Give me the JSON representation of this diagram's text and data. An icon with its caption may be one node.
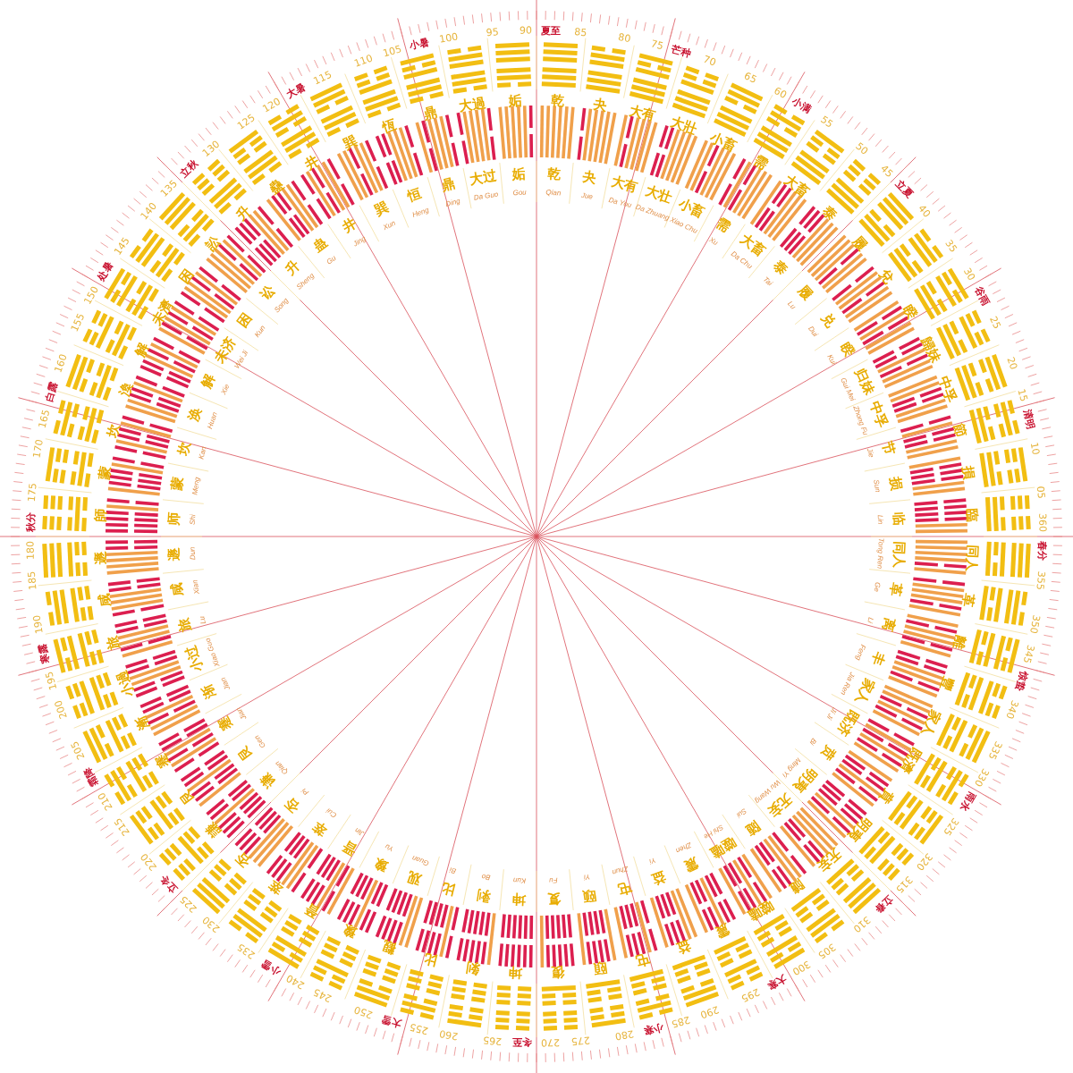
{
  "diagram": {
    "labels": [
      "05",
      "10",
      "15",
      "20",
      "25",
      "30",
      "35",
      "40",
      "45",
      "50",
      "55",
      "60",
      "65",
      "70",
      "75",
      "80",
      "85",
      "90",
      "95",
      "100",
      "105",
      "110",
      "115",
      "120",
      "125",
      "130",
      "135",
      "140",
      "145",
      "150",
      "155",
      "160",
      "165",
      "170",
      "175",
      "180",
      "185",
      "190",
      "195",
      "200",
      "205",
      "210",
      "215",
      "220",
      "225",
      "230",
      "235",
      "240",
      "245",
      "250",
      "255",
      "260",
      "265",
      "270",
      "275",
      "280",
      "285",
      "290",
      "295",
      "300",
      "305",
      "310",
      "315",
      "320",
      "325",
      "330",
      "335",
      "340",
      "345",
      "350",
      "355",
      "360",
      "清明",
      "谷雨",
      "立夏",
      "小满",
      "芒种",
      "夏至",
      "小暑",
      "大暑",
      "立秋",
      "处暑",
      "白露",
      "秋分",
      "寒露",
      "霜降",
      "立冬",
      "小雪",
      "大雪",
      "冬至",
      "小寒",
      "大寒",
      "立春",
      "雨水",
      "惊蛰",
      "春分",
      "乾",
      "夬",
      "大有",
      "大壯",
      "小畜",
      "需",
      "大畜",
      "泰",
      "履",
      "兌",
      "睽",
      "歸妹",
      "中孚",
      "節",
      "損",
      "臨",
      "同人",
      "革",
      "離",
      "豐",
      "家人",
      "既濟",
      "賁",
      "明夷",
      "无妄",
      "隨",
      "噬嗑",
      "震",
      "益",
      "屯",
      "頤",
      "復",
      "坤",
      "剝",
      "比",
      "觀",
      "豫",
      "晉",
      "萃",
      "否",
      "謙",
      "艮",
      "蹇",
      "漸",
      "小過",
      "旅",
      "咸",
      "遯",
      "師",
      "蒙",
      "坎",
      "渙",
      "解",
      "未濟",
      "困",
      "訟",
      "升",
      "蠱",
      "井",
      "巽",
      "恆",
      "鼎",
      "大過",
      "姤",
      "乾",
      "夬",
      "大有",
      "大壮",
      "小畜",
      "需",
      "大畜",
      "泰",
      "履",
      "兑",
      "睽",
      "归妹",
      "中孚",
      "节",
      "损",
      "临",
      "同人",
      "革",
      "离",
      "丰",
      "家人",
      "既济",
      "贲",
      "明夷",
      "无妄",
      "随",
      "噬嗑",
      "震",
      "益",
      "屯",
      "颐",
      "复",
      "坤",
      "剥",
      "比",
      "观",
      "豫",
      "晋",
      "萃",
      "否",
      "谦",
      "艮",
      "蹇",
      "渐",
      "小过",
      "旅",
      "咸",
      "遯",
      "师",
      "蒙",
      "坎",
      "涣",
      "解",
      "未济",
      "困",
      "讼",
      "升",
      "蛊",
      "井",
      "巽",
      "恒",
      "鼎",
      "大过",
      "姤",
      "Qian",
      "Jue",
      "Da You",
      "Da Zhuang",
      "Xiao Chu",
      "Xu",
      "Da Chu",
      "Tai",
      "Lu",
      "Dui",
      "Kui",
      "Gui Mei",
      "Zhong Fu",
      "Jie",
      "Sun",
      "Lin",
      "Tong Ren",
      "Ge",
      "Li",
      "Feng",
      "Jia Ren",
      "Ji Ji",
      "Bi",
      "Ming Yi",
      "Wu Wang",
      "Sui",
      "Shi He",
      "Zhen",
      "Yi",
      "Zhun",
      "Yi",
      "Fu",
      "Kun",
      "Bo",
      "Bi",
      "Guan",
      "Yu",
      "Jin",
      "Cui",
      "Pi",
      "Qian",
      "Gen",
      "Jian",
      "Jian",
      "Xiao Guo",
      "Lu",
      "Xian",
      "Dun",
      "Shi",
      "Meng",
      "Kan",
      "Huan",
      "Xie",
      "Wei Ji",
      "Kun",
      "Song",
      "Sheng",
      "Gu",
      "Jing",
      "Xun",
      "Heng",
      "Ding",
      "Da Guo",
      "Gou"
    ]
  }
}
